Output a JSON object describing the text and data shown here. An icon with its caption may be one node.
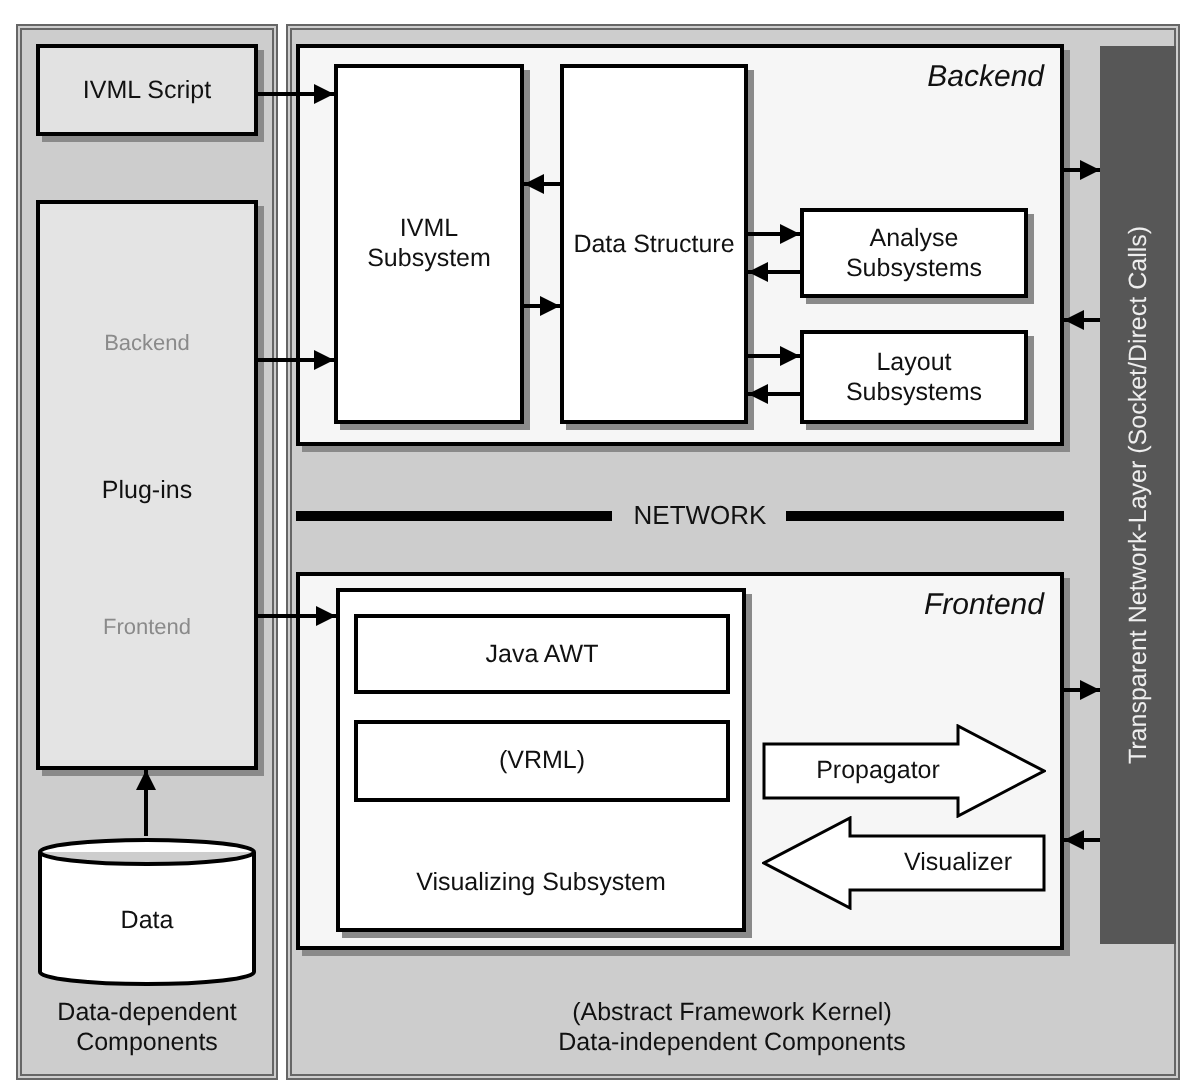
{
  "diagram": {
    "nodes": [
      {
        "text": [
          "Data-dependent Components"
        ]
      },
      {
        "text": [
          "IVML Script"
        ],
        "in": 0
      },
      {
        "text": [
          "Backend",
          "Plug-ins",
          "Frontend"
        ],
        "in": 0
      },
      {
        "text": [
          "Data"
        ],
        "in": 0
      },
      {
        "text": [
          "(Abstract Framework Kernel) Data-independent Components"
        ]
      },
      {
        "text": [
          "Backend"
        ],
        "in": 4
      },
      {
        "text": [
          "IVML Subsystem"
        ],
        "in": 5
      },
      {
        "text": [
          "Data Structure"
        ],
        "in": 5
      },
      {
        "text": [
          "Analyse Subsystems"
        ],
        "in": 5
      },
      {
        "text": [
          "Layout Subsystems"
        ],
        "in": 5
      },
      {
        "text": [
          "Frontend"
        ],
        "in": 4
      },
      {
        "text": [
          "Visualizing Subsystem"
        ],
        "in": 10
      },
      {
        "text": [
          "Java AWT"
        ],
        "in": 11
      },
      {
        "text": [
          "(VRML)"
        ],
        "in": 11
      },
      {
        "text": [
          "Propagator"
        ],
        "in": 10
      },
      {
        "text": [
          "Visualizer"
        ],
        "in": 10
      },
      {
        "text": [
          "Transparent Network-Layer (Socket/Direct Calls)"
        ],
        "in": 4
      }
    ],
    "edges": [
      {
        "from": 1,
        "to": 6,
        "arrow": "to"
      },
      {
        "from": 2,
        "to": 6,
        "arrow": "to"
      },
      {
        "from": 2,
        "to": 11,
        "arrow": "to"
      },
      {
        "from": 3,
        "to": 2,
        "arrow": "to"
      },
      {
        "from": 7,
        "to": 6,
        "arrow": "to"
      },
      {
        "from": 6,
        "to": 7,
        "arrow": "to"
      },
      {
        "from": 7,
        "to": 8,
        "arrow": "to"
      },
      {
        "from": 8,
        "to": 7,
        "arrow": "to"
      },
      {
        "from": 7,
        "to": 9,
        "arrow": "to"
      },
      {
        "from": 9,
        "to": 7,
        "arrow": "to"
      },
      {
        "from": 5,
        "to": 16,
        "arrow": "to"
      },
      {
        "from": 16,
        "to": 5,
        "arrow": "to"
      },
      {
        "from": 10,
        "to": 16,
        "arrow": "to"
      },
      {
        "from": 16,
        "to": 10,
        "arrow": "to"
      }
    ],
    "labels": [
      "NETWORK"
    ]
  }
}
